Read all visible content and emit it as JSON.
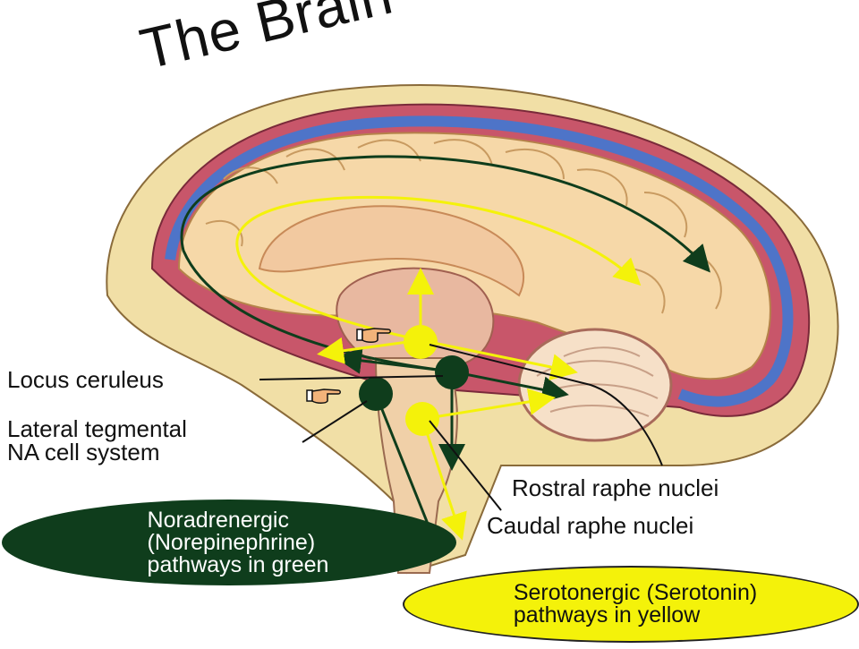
{
  "title": "The Brain",
  "labels": {
    "locus": "Locus ceruleus",
    "lateral_line1": "Lateral tegmental",
    "lateral_line2": "NA cell system",
    "rostral": "Rostral raphe nuclei",
    "caudal": "Caudal raphe nuclei"
  },
  "legend": {
    "noradrenergic": "Noradrenergic\n(Norepinephrine)\npathways in green",
    "serotonergic": "Serotonergic (Serotonin)\npathways in yellow"
  },
  "colors": {
    "noradrenergic_pathway": "#0f3d1c",
    "serotonergic_pathway": "#f4f20a",
    "cortex": "#f6d8a8",
    "scalp": "#f1dfa6",
    "meninges": "#c8566a",
    "ventricle_blue": "#4e74c8"
  },
  "icons": [
    "pointing-hand-icon",
    "pointing-hand-icon"
  ]
}
